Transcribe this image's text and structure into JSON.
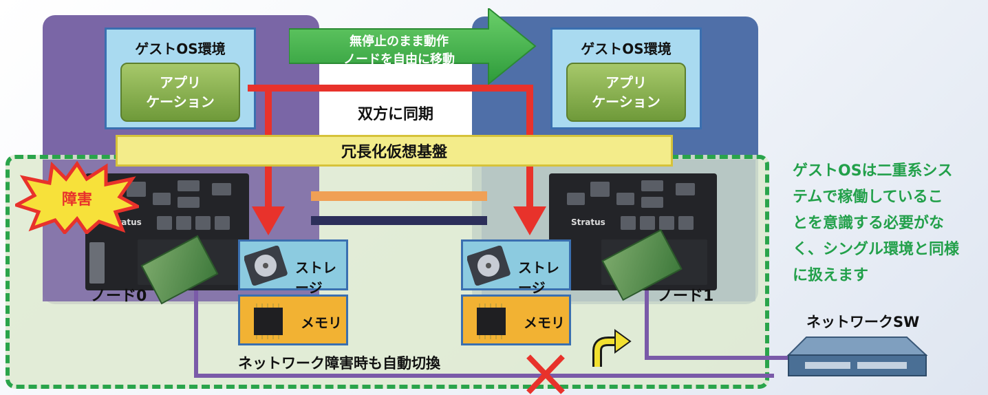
{
  "node0": {
    "guest_title": "ゲストOS環境",
    "app_line1": "アプリ",
    "app_line2": "ケーション",
    "label": "ノード0"
  },
  "node1": {
    "guest_title": "ゲストOS環境",
    "app_line1": "アプリ",
    "app_line2": "ケーション",
    "label": "ノード1"
  },
  "migration_arrow": {
    "line1": "無停止のまま動作",
    "line2": "ノードを自由に移動"
  },
  "sync_label": "双方に同期",
  "redundant_platform": "冗長化仮想基盤",
  "failure_burst": "障害",
  "storage_label": "ストレージ",
  "memory_label": "メモリ",
  "network_failover": "ネットワーク障害時も自動切換",
  "network_switch": "ネットワークSW",
  "side_note": [
    "ゲストOSは二重系シス",
    "テムで稼働しているこ",
    "とを意識する必要がな",
    "く、シングル環境と同様",
    "に扱えます"
  ],
  "server_brand": "Stratus",
  "colors": {
    "sync_line": "#e8322b",
    "network_line": "#7a5aa8",
    "dashed_border": "#2aa44b",
    "side_note": "#22a04a",
    "link_orange": "#f0a055",
    "link_navy": "#2c2f5a"
  }
}
